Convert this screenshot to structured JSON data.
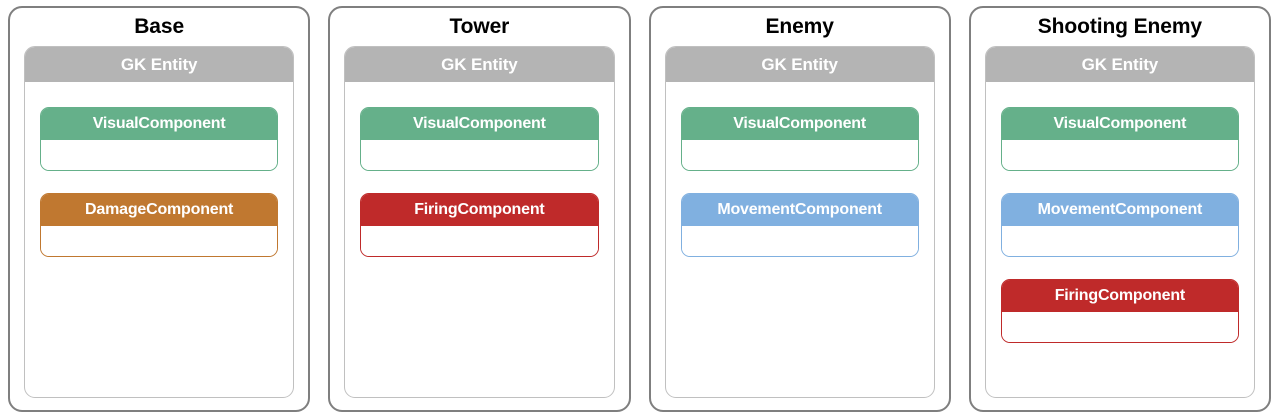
{
  "diagram": {
    "entity_header_label": "GK Entity",
    "colors": {
      "card_border": "#7f7f7f",
      "entity_box_border": "#c0c0c0",
      "entity_header_bg": "#b4b4b4",
      "visual": "#65b08a",
      "damage": "#c07830",
      "firing": "#bf2a2a",
      "movement": "#80b0e0",
      "title_text": "#000000",
      "header_text": "#ffffff",
      "body_bg": "#ffffff"
    },
    "entities": [
      {
        "title": "Base",
        "components": [
          {
            "label": "VisualComponent",
            "color_key": "visual",
            "color": "#65b08a"
          },
          {
            "label": "DamageComponent",
            "color_key": "damage",
            "color": "#c07830"
          }
        ]
      },
      {
        "title": "Tower",
        "components": [
          {
            "label": "VisualComponent",
            "color_key": "visual",
            "color": "#65b08a"
          },
          {
            "label": "FiringComponent",
            "color_key": "firing",
            "color": "#bf2a2a"
          }
        ]
      },
      {
        "title": "Enemy",
        "components": [
          {
            "label": "VisualComponent",
            "color_key": "visual",
            "color": "#65b08a"
          },
          {
            "label": "MovementComponent",
            "color_key": "movement",
            "color": "#80b0e0"
          }
        ]
      },
      {
        "title": "Shooting Enemy",
        "components": [
          {
            "label": "VisualComponent",
            "color_key": "visual",
            "color": "#65b08a"
          },
          {
            "label": "MovementComponent",
            "color_key": "movement",
            "color": "#80b0e0"
          },
          {
            "label": "FiringComponent",
            "color_key": "firing",
            "color": "#bf2a2a"
          }
        ]
      }
    ]
  }
}
